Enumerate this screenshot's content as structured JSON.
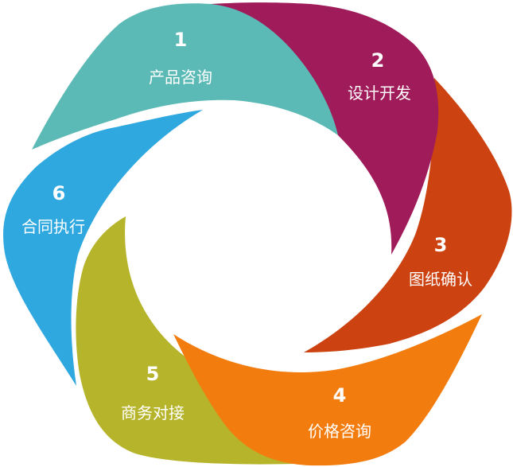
{
  "steps": [
    {
      "number": "1",
      "label": "产品咨询",
      "color": "#5bbab5"
    },
    {
      "number": "2",
      "label": "设计开发",
      "color": "#a01b5a"
    },
    {
      "number": "3",
      "label": "图纸确认",
      "color": "#cc4311"
    },
    {
      "number": "4",
      "label": "价格咨询",
      "color": "#f37c0f"
    },
    {
      "number": "5",
      "label": "商务对接",
      "color": "#b5b42a"
    },
    {
      "number": "6",
      "label": "合同执行",
      "color": "#2fa8e0"
    }
  ]
}
